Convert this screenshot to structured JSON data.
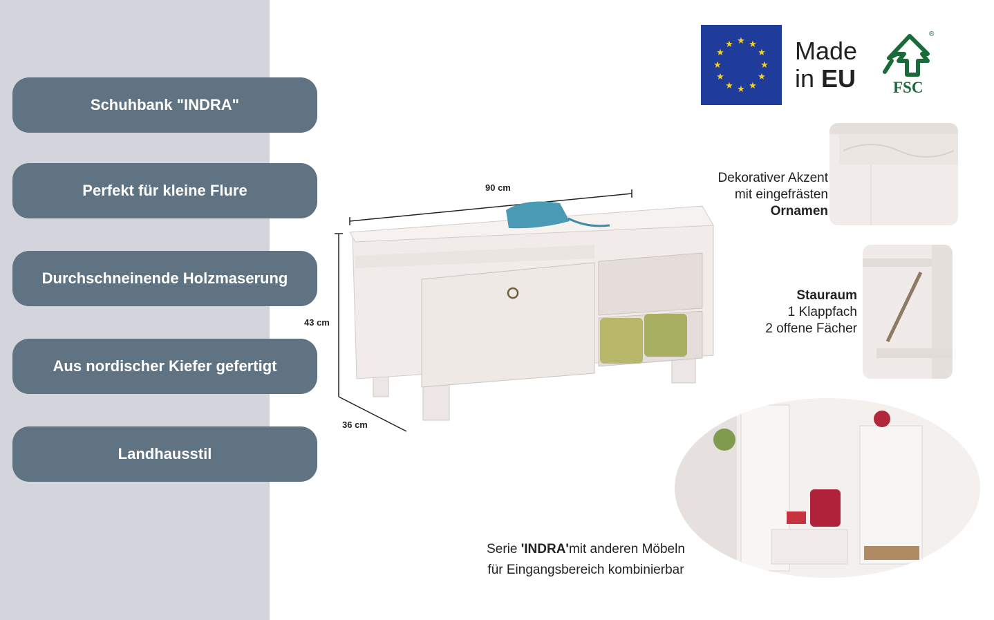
{
  "features": [
    "Schuhbank \"INDRA\"",
    "Perfekt für kleine Flure",
    "Durchschneinende Holzmaserung",
    "Aus nordischer Kiefer gefertigt",
    "Landhausstil"
  ],
  "badges": {
    "made_in_line1": "Made",
    "made_in_line2_prefix": "in",
    "made_in_line2_bold": "EU",
    "fsc": "FSC",
    "registered": "®",
    "eu_flag_color": "#1f3c9a",
    "star_color": "#f6d21b"
  },
  "dimensions": {
    "width": "90 cm",
    "height": "43 cm",
    "depth": "36 cm"
  },
  "decor": {
    "line1": "Dekorativer Akzent",
    "line2": "mit eingefrästen",
    "line3_bold": "Ornamen"
  },
  "storage": {
    "title": "Stauraum",
    "line1": "1 Klappfach",
    "line2": "2 offene Fächer"
  },
  "series": {
    "prefix": "Serie ",
    "bold": "'INDRA'",
    "suffix": "mit anderen Möbeln",
    "line2": "für Eingangsbereich kombinierbar"
  },
  "colors": {
    "panel": "#d4d5dc",
    "pill": "#5f7382",
    "wood": "#f1ecea"
  }
}
